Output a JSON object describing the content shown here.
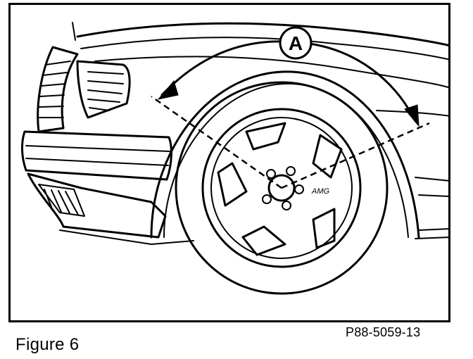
{
  "figure": {
    "caption": "Figure 6",
    "part_number": "P88-5059-13"
  },
  "callout": {
    "label": "A"
  },
  "wheel": {
    "badge_text": "AMG"
  }
}
